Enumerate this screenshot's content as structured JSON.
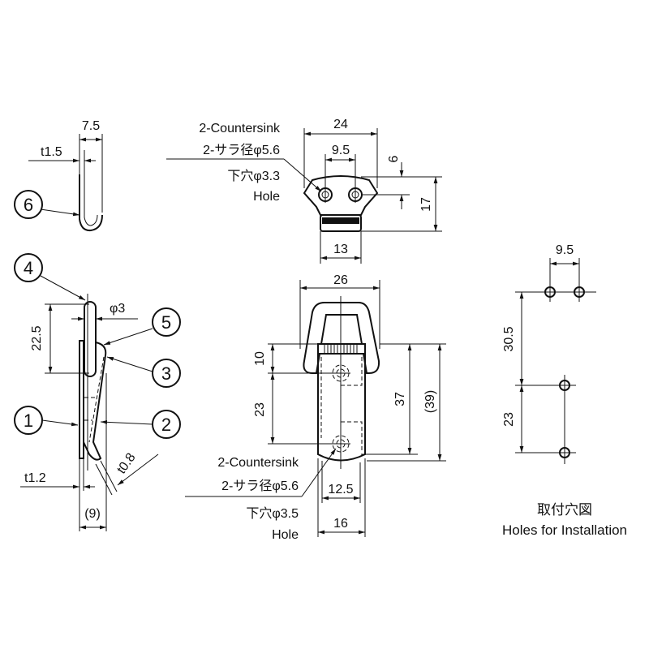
{
  "colors": {
    "line": "#111111",
    "background": "#ffffff"
  },
  "balloons": [
    "1",
    "2",
    "3",
    "4",
    "5",
    "6"
  ],
  "hook_view": {
    "width": "7.5",
    "thickness": "t1.5"
  },
  "side_view": {
    "height": "22.5",
    "diameter": "φ3",
    "base_thickness": "t1.2",
    "spring_thickness": "t0.8",
    "depth": "(9)"
  },
  "strike_plate": {
    "width": "24",
    "hole_pitch": "9.5",
    "hole_offset": "6",
    "height": "17",
    "tab_width": "13",
    "label_en": "2-Countersink",
    "label_jp": "2-サラ径φ5.6",
    "hole_jp": "下穴φ3.3",
    "hole_en": "Hole"
  },
  "latch": {
    "width": "26",
    "dim_top": "10",
    "hole_pitch": "23",
    "length": "37",
    "overall_length": "(39)",
    "hole_span": "12.5",
    "base_width": "16",
    "label_en": "2-Countersink",
    "label_jp": "2-サラ径φ5.6",
    "hole_jp": "下穴φ3.5",
    "hole_en": "Hole"
  },
  "installation": {
    "pitch_x": "9.5",
    "pitch_1": "30.5",
    "pitch_2": "23",
    "title_jp": "取付穴図",
    "title_en": "Holes for Installation"
  }
}
